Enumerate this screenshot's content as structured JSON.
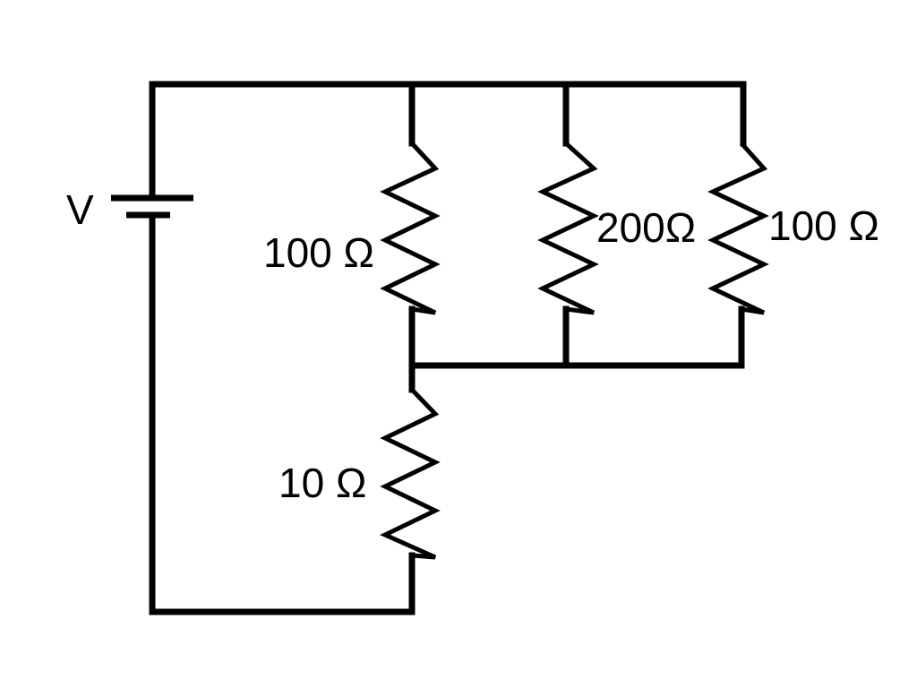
{
  "source": {
    "label": "V"
  },
  "resistors": [
    {
      "id": "r-left",
      "label": "100 Ω"
    },
    {
      "id": "r-middle",
      "label": "200Ω"
    },
    {
      "id": "r-right",
      "label": "100 Ω"
    },
    {
      "id": "r-series",
      "label": "10 Ω"
    }
  ],
  "colors": {
    "wire": "#000000",
    "background": "#ffffff"
  }
}
